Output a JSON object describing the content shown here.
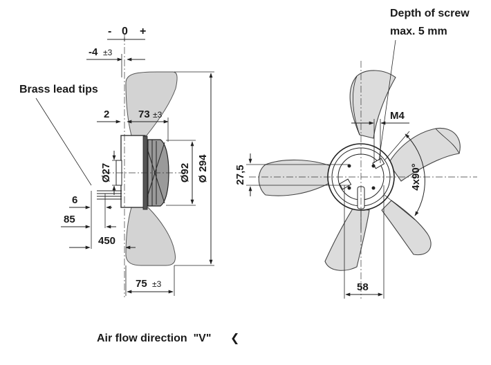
{
  "side_view": {
    "axis_minus": "-",
    "axis_zero": "0",
    "axis_plus": "+",
    "offset_label": "-4",
    "offset_tol": "±3",
    "lead_label": "Brass lead tips",
    "dim_2": "2",
    "dim_73": "73",
    "dim_73_tol": "±3",
    "dim_d27": "Ø27",
    "dim_d92": "Ø92",
    "dim_d294": "Ø 294",
    "dim_6": "6",
    "dim_85": "85",
    "dim_450": "450",
    "dim_75": "75",
    "dim_75_tol": "±3"
  },
  "front_view": {
    "screw_note_line1": "Depth of screw",
    "screw_note_line2": "max. 5 mm",
    "dim_m4": "M4",
    "dim_4x90": "4x90°",
    "dim_27_5": "27,5",
    "dim_58": "58"
  },
  "footer": {
    "airflow_label": "Air flow direction  \"V\"",
    "airflow_arrow": "❮"
  }
}
